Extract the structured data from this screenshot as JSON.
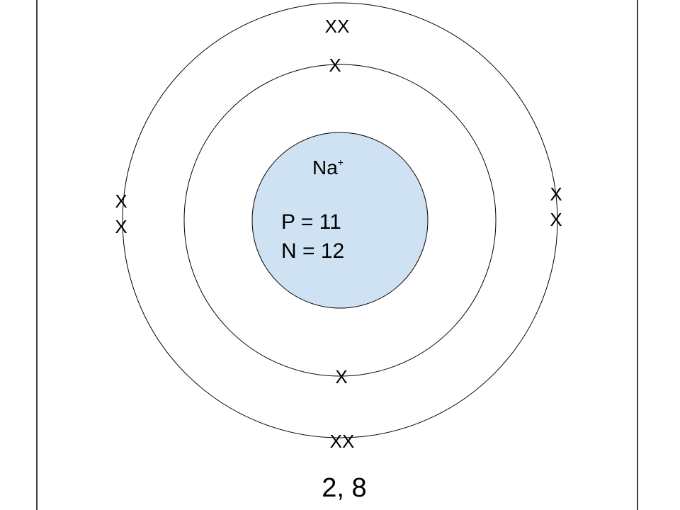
{
  "diagram": {
    "nucleus": {
      "symbol": "Na",
      "charge": "+",
      "protons_label": "P = 11",
      "neutrons_label": "N = 12",
      "fill": "#cfe2f3"
    },
    "shells": [
      {
        "name": "inner-shell",
        "electron_marks": [
          "X",
          "X"
        ]
      },
      {
        "name": "outer-shell",
        "electron_marks": [
          "XX",
          "X",
          "X",
          "X",
          "X",
          "XX"
        ]
      }
    ],
    "configuration": "2, 8"
  }
}
